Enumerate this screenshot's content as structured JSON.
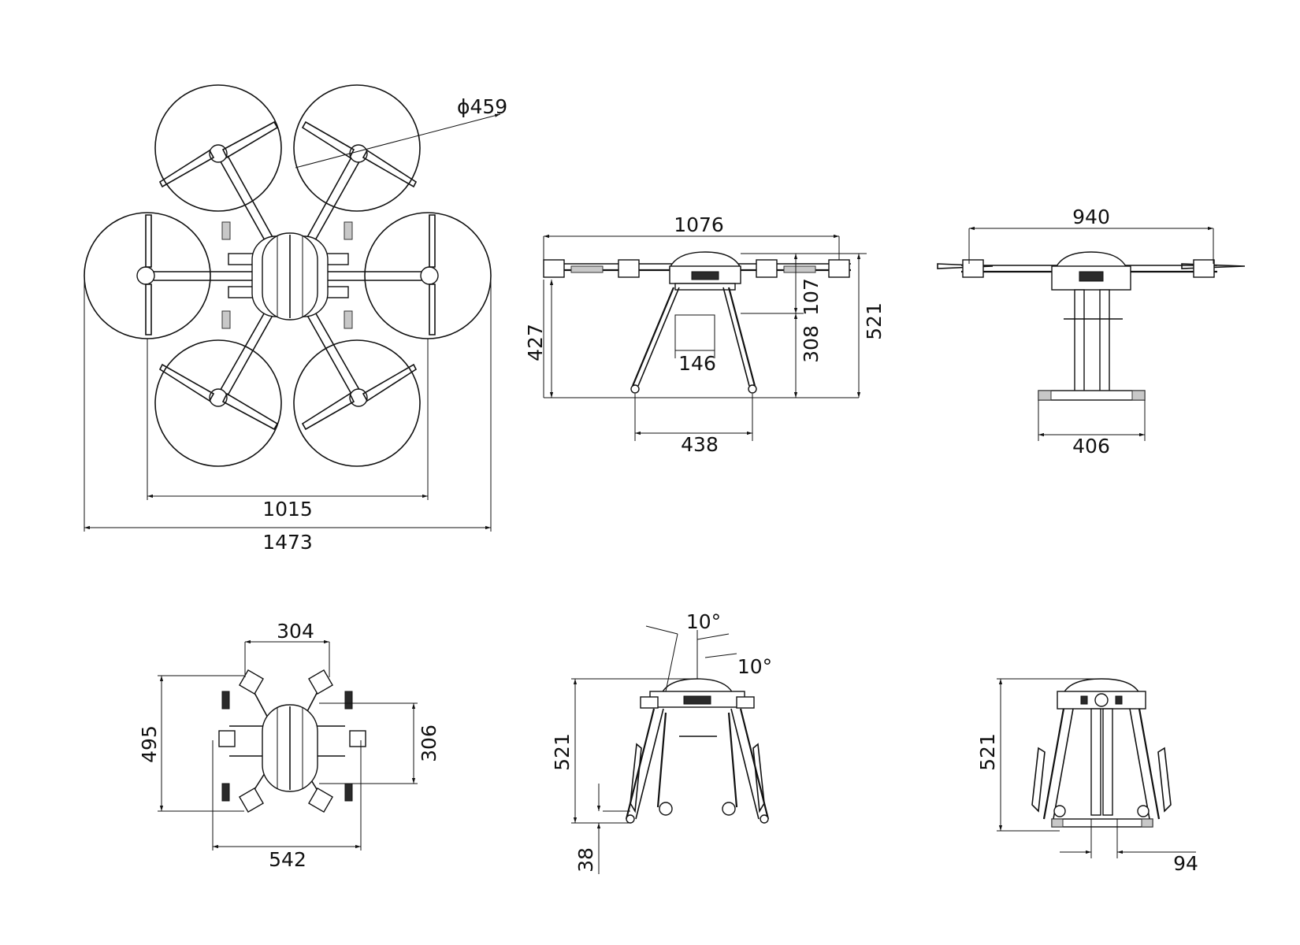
{
  "dimensions": {
    "top": {
      "prop_diameter": "ϕ459",
      "rotor_span": "1015",
      "overall_span": "1473"
    },
    "side": {
      "width": "1076",
      "overall_height": "427",
      "body_height": "107",
      "leg_height": "308",
      "total_height": "521",
      "body_bottom_width": "146",
      "leg_spread": "438"
    },
    "front": {
      "width": "940",
      "skid_width": "406"
    },
    "folded_top": {
      "width": "304",
      "depth": "495",
      "body_depth": "306",
      "span": "542"
    },
    "folded_side": {
      "angle_1": "10°",
      "angle_2": "10°",
      "height": "521",
      "foot": "38"
    },
    "folded_front": {
      "height": "521",
      "offset": "94"
    }
  }
}
